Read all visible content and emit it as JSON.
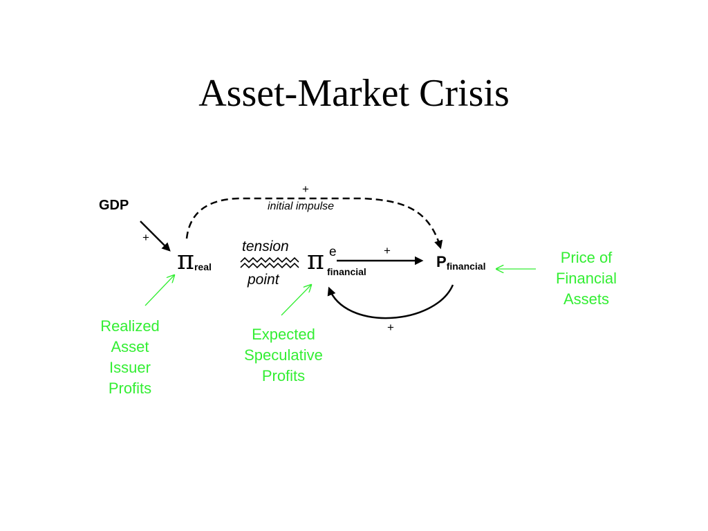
{
  "title": "Asset-Market Crisis",
  "colors": {
    "annotation": "#33ee33",
    "ink": "#000000"
  },
  "nodes": {
    "gdp": "GDP",
    "pi_symbol": "π",
    "pi_real_sub": "real",
    "pi_fin_sup": "e",
    "pi_fin_sub": "financial",
    "p_symbol": "P",
    "p_sub": "financial"
  },
  "edges": {
    "dashed_sign": "+",
    "dashed_label": "initial impulse",
    "gdp_sign": "+",
    "forward_sign": "+",
    "feedback_sign": "+"
  },
  "tension": {
    "line1": "tension",
    "line2": "point"
  },
  "annotations": {
    "realized": [
      "Realized",
      "Asset",
      "Issuer",
      "Profits"
    ],
    "expected": [
      "Expected",
      "Speculative",
      "Profits"
    ],
    "price": [
      "Price of",
      "Financial",
      "Assets"
    ]
  }
}
